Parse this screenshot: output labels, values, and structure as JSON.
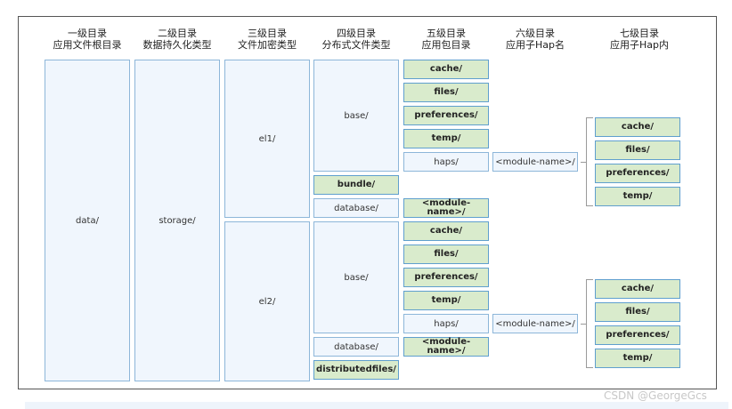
{
  "headers": [
    {
      "line1": "一级目录",
      "line2": "应用文件根目录"
    },
    {
      "line1": "二级目录",
      "line2": "数据持久化类型"
    },
    {
      "line1": "三级目录",
      "line2": "文件加密类型"
    },
    {
      "line1": "四级目录",
      "line2": "分布式文件类型"
    },
    {
      "line1": "五级目录",
      "line2": "应用包目录"
    },
    {
      "line1": "六级目录",
      "line2": "应用子Hap名"
    },
    {
      "line1": "七级目录",
      "line2": "应用子Hap内"
    }
  ],
  "level1": "data/",
  "level2": "storage/",
  "level3": [
    "el1/",
    "el2/"
  ],
  "level4": {
    "el1": {
      "base": "base/",
      "bundle": "bundle/",
      "database": "database/"
    },
    "el2": {
      "base": "base/",
      "database": "database/",
      "distributed": "distributedfiles/"
    }
  },
  "level5": {
    "el1": [
      "cache/",
      "files/",
      "preferences/",
      "temp/",
      "haps/",
      "<module-name>/"
    ],
    "el2": [
      "cache/",
      "files/",
      "preferences/",
      "temp/",
      "haps/",
      "<module-name>/"
    ]
  },
  "level6": {
    "el1": "<module-name>/",
    "el2": "<module-name>/"
  },
  "level7": {
    "el1": [
      "cache/",
      "files/",
      "preferences/",
      "temp/"
    ],
    "el2": [
      "cache/",
      "files/",
      "preferences/",
      "temp/"
    ]
  },
  "watermark": "CSDN @GeorgeGcs"
}
